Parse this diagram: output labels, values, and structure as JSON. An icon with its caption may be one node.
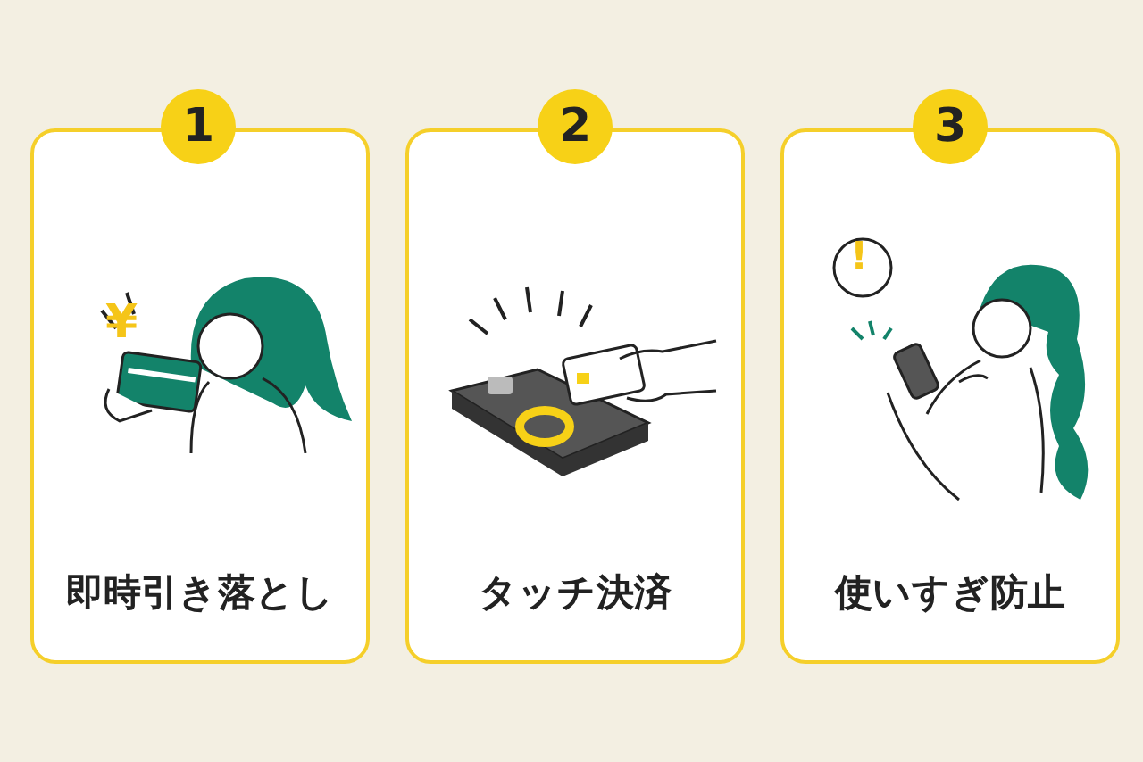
{
  "diagram": {
    "nodes": [
      {
        "text": [
          "1"
        ]
      },
      {
        "text": [
          "即時引き落とし"
        ]
      },
      {
        "text": [
          "2"
        ]
      },
      {
        "text": [
          "タッチ決済"
        ]
      },
      {
        "text": [
          "3"
        ]
      },
      {
        "text": [
          "使いすぎ防止"
        ]
      }
    ],
    "labels": [
      "¥",
      "!"
    ]
  }
}
